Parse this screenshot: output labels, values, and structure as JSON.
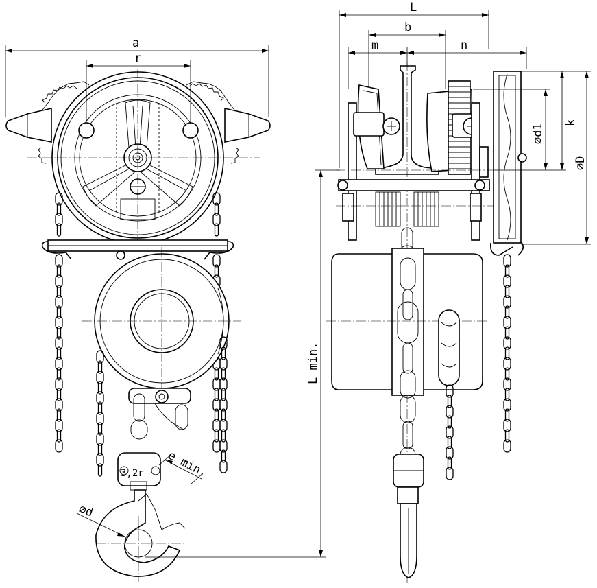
{
  "dimensions": {
    "a": "a",
    "r": "r",
    "L": "L",
    "b": "b",
    "m": "m",
    "n": "n",
    "k": "k",
    "d1": "∅d1",
    "D": "∅D",
    "L_min": "L min.",
    "e_min": "e min.",
    "d": "∅d"
  },
  "annotations": {
    "thread_mark": "3,2r"
  }
}
